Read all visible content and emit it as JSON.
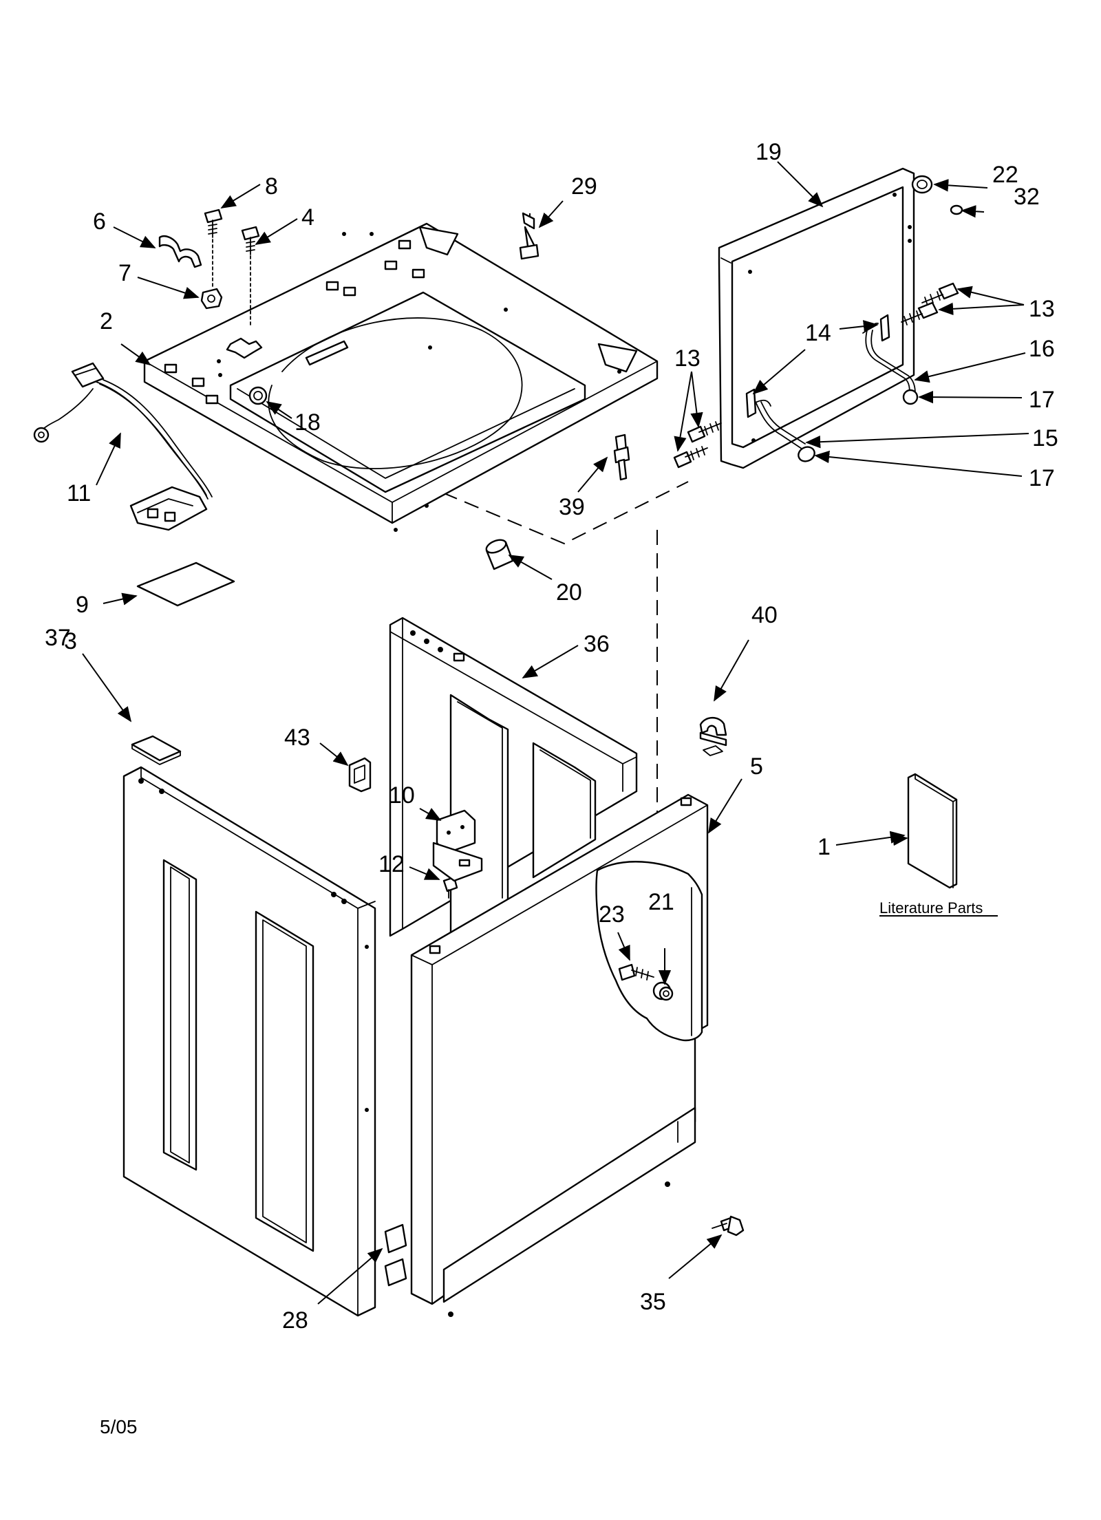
{
  "callouts": {
    "c1": "1",
    "c2": "2",
    "c3": "3",
    "c4": "4",
    "c5": "5",
    "c6": "6",
    "c7": "7",
    "c8": "8",
    "c9": "9",
    "c10": "10",
    "c11": "11",
    "c12": "12",
    "c13a": "13",
    "c13b": "13",
    "c14": "14",
    "c15": "15",
    "c16": "16",
    "c17a": "17",
    "c17b": "17",
    "c18": "18",
    "c19": "19",
    "c20": "20",
    "c21": "21",
    "c22": "22",
    "c23": "23",
    "c28": "28",
    "c29": "29",
    "c32": "32",
    "c35": "35",
    "c36": "36",
    "c37": "37",
    "c39": "39",
    "c40": "40",
    "c43": "43"
  },
  "literature_label": "Literature Parts",
  "date_code": "5/05"
}
